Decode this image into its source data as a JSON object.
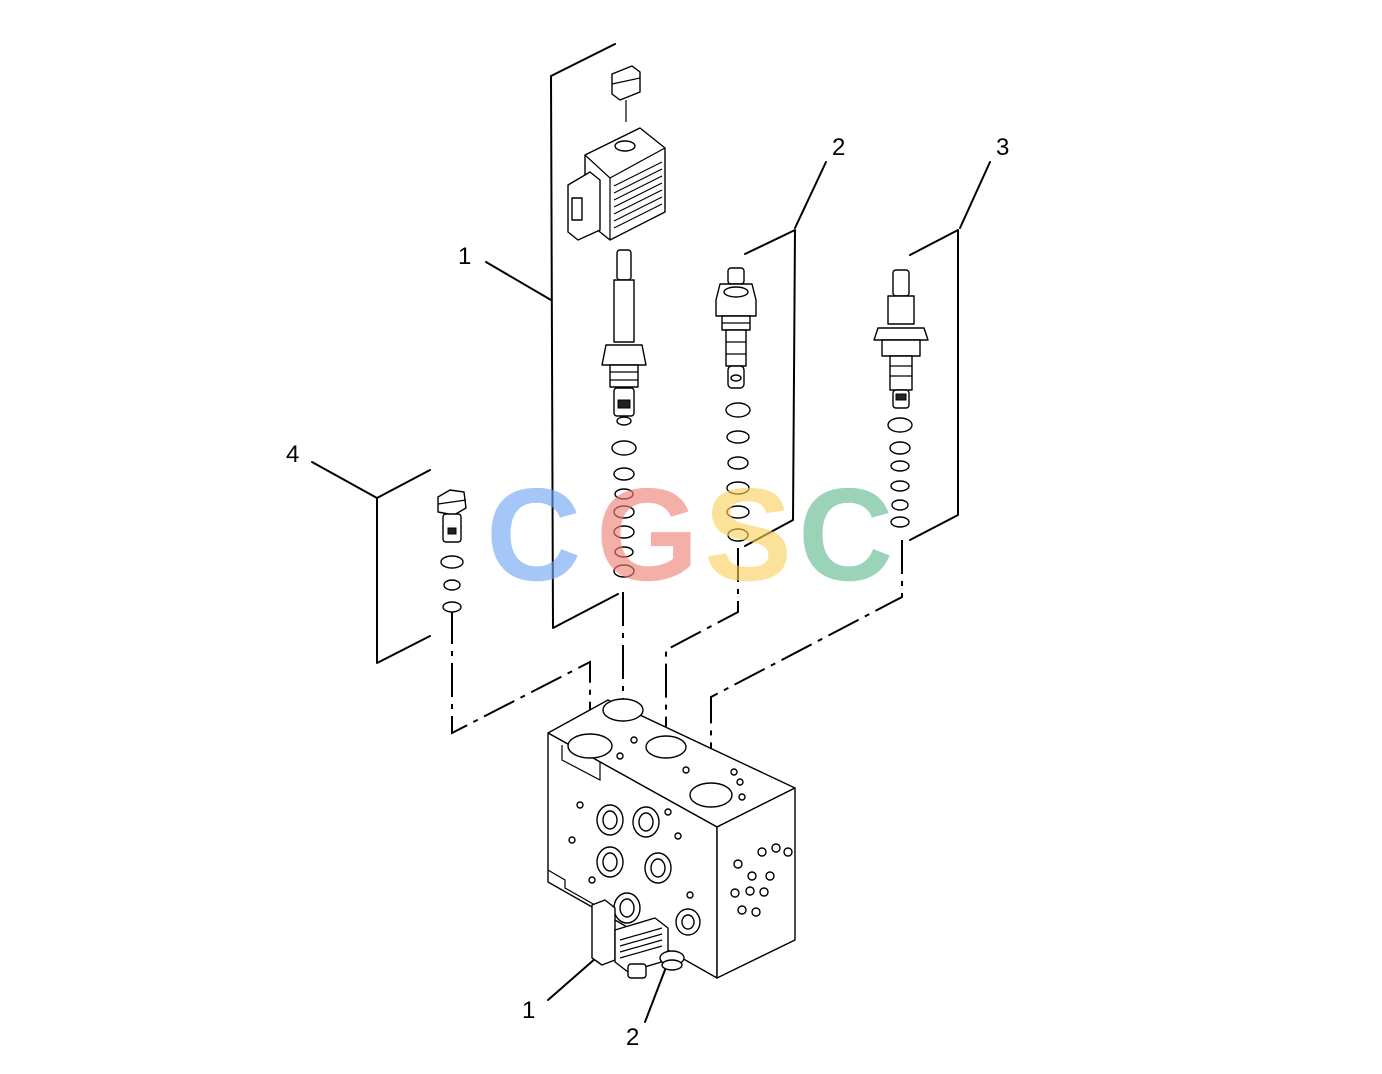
{
  "callouts": {
    "c1_top": "1",
    "c2_top": "2",
    "c3_top": "3",
    "c4": "4",
    "c1_bottom": "1",
    "c2_bottom": "2"
  },
  "watermark": {
    "letters": [
      "C",
      "G",
      "S",
      "C"
    ],
    "colors": [
      "#6fa5f5",
      "#f07f75",
      "#fbd15b",
      "#5fb98f"
    ]
  }
}
